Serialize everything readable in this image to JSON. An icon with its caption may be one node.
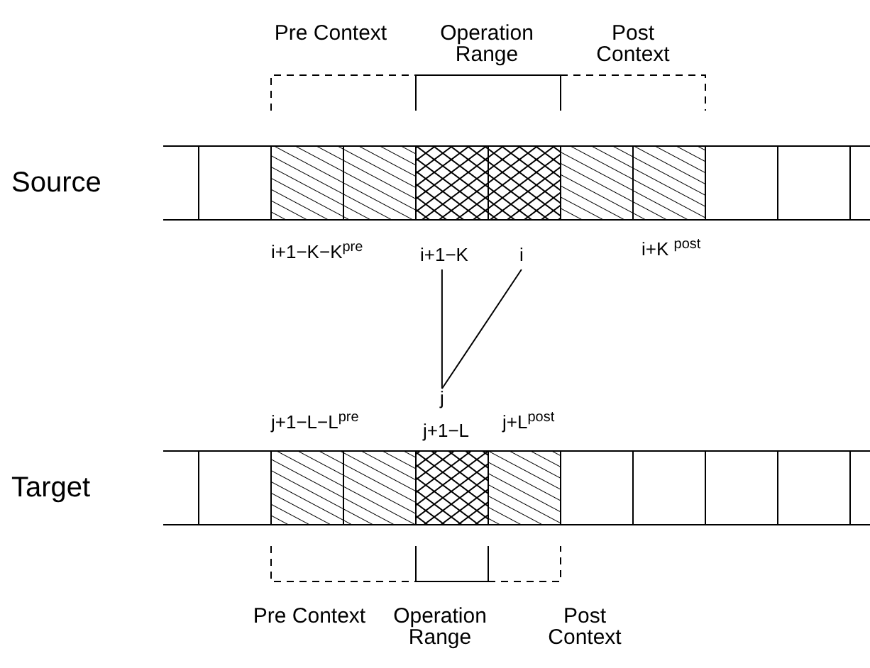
{
  "diagram": {
    "nodes": [
      {
        "text": [
          "i+1−K"
        ]
      },
      {
        "text": [
          "i"
        ]
      },
      {
        "text": [
          "j"
        ]
      }
    ],
    "edges": [
      {
        "from": 2,
        "to": 0,
        "arrow": "none"
      },
      {
        "from": 2,
        "to": 1,
        "arrow": "none"
      }
    ],
    "labels": [
      "Pre Context",
      "Operation Range",
      "Post Context",
      "Source",
      "i+1−K−K$^{pre}$",
      "i+K $^{post}$",
      "j+1−L−L$^{pre}$",
      "j+1−L",
      "j+L$^{post}$",
      "Target",
      "Pre Context",
      "Operation Range",
      "Post Context"
    ]
  }
}
